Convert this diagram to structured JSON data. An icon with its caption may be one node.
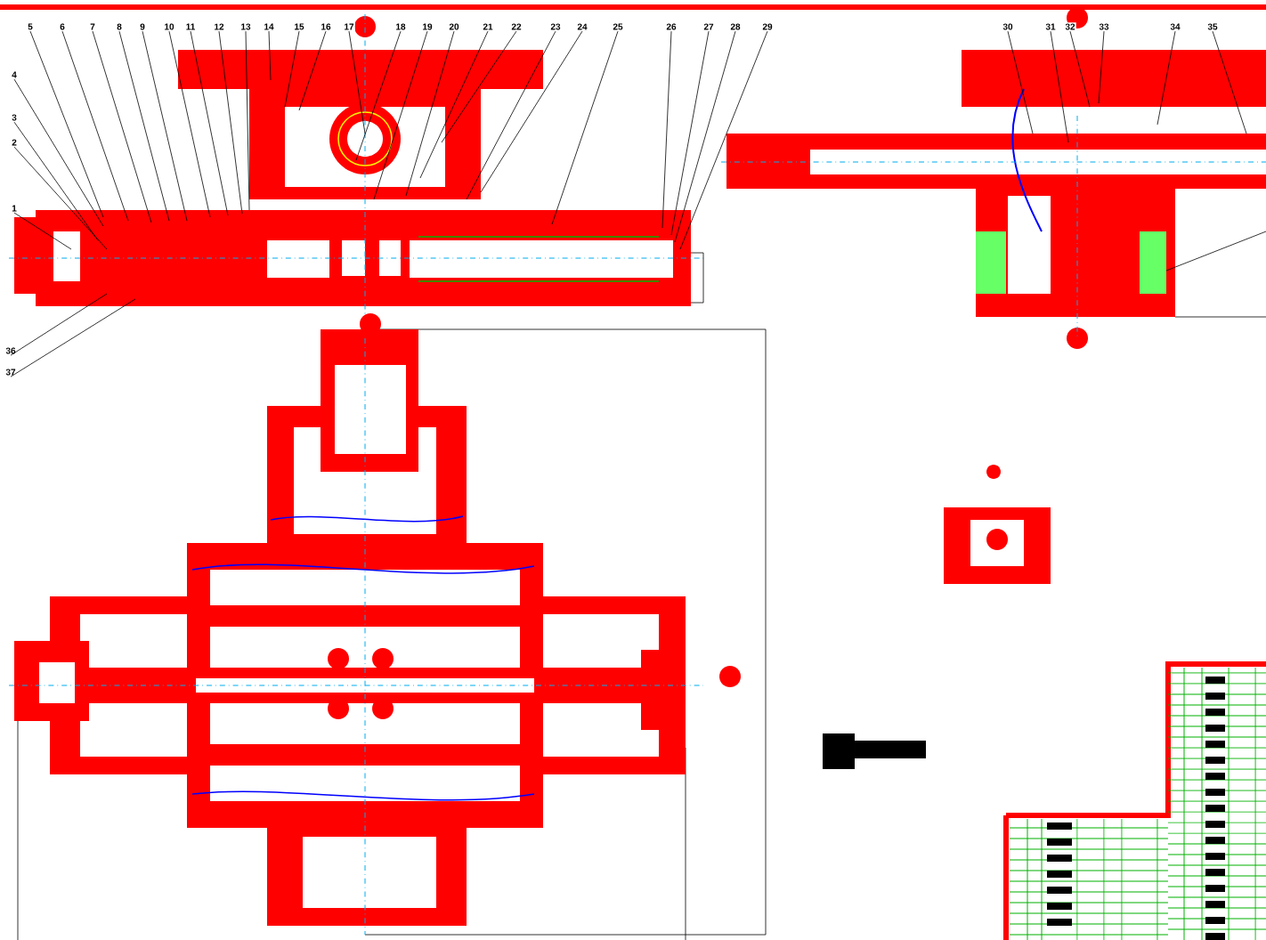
{
  "diagram": {
    "nodes": [
      {
        "text": [
          "5"
        ]
      },
      {
        "text": [
          "6"
        ]
      },
      {
        "text": [
          "7"
        ]
      },
      {
        "text": [
          "8"
        ]
      },
      {
        "text": [
          "9"
        ]
      },
      {
        "text": [
          "10"
        ]
      },
      {
        "text": [
          "11"
        ]
      },
      {
        "text": [
          "12"
        ]
      },
      {
        "text": [
          "13"
        ]
      },
      {
        "text": [
          "14"
        ]
      },
      {
        "text": [
          "15"
        ]
      },
      {
        "text": [
          "16"
        ]
      },
      {
        "text": [
          "17"
        ]
      },
      {
        "text": [
          "18"
        ]
      },
      {
        "text": [
          "19"
        ]
      },
      {
        "text": [
          "20"
        ]
      },
      {
        "text": [
          "21"
        ]
      },
      {
        "text": [
          "22"
        ]
      },
      {
        "text": [
          "23"
        ]
      },
      {
        "text": [
          "24"
        ]
      },
      {
        "text": [
          "25"
        ]
      },
      {
        "text": [
          "26"
        ]
      },
      {
        "text": [
          "27"
        ]
      },
      {
        "text": [
          "28"
        ]
      },
      {
        "text": [
          "29"
        ]
      },
      {
        "text": [
          "30"
        ]
      },
      {
        "text": [
          "31"
        ]
      },
      {
        "text": [
          "32"
        ]
      },
      {
        "text": [
          "33"
        ]
      },
      {
        "text": [
          "34"
        ]
      },
      {
        "text": [
          "35"
        ]
      },
      {
        "text": [
          "4"
        ]
      },
      {
        "text": [
          "3"
        ]
      },
      {
        "text": [
          "2"
        ]
      },
      {
        "text": [
          "1"
        ]
      },
      {
        "text": [
          "36"
        ]
      },
      {
        "text": [
          "37"
        ]
      }
    ],
    "edges": [
      {
        "from": 0,
        "to": null,
        "arrow": "none"
      },
      {
        "from": 1,
        "to": null,
        "arrow": "none"
      },
      {
        "from": 2,
        "to": null,
        "arrow": "none"
      },
      {
        "from": 3,
        "to": null,
        "arrow": "none"
      },
      {
        "from": 4,
        "to": null,
        "arrow": "none"
      },
      {
        "from": 5,
        "to": null,
        "arrow": "none"
      },
      {
        "from": 6,
        "to": null,
        "arrow": "none"
      },
      {
        "from": 7,
        "to": null,
        "arrow": "none"
      },
      {
        "from": 8,
        "to": null,
        "arrow": "none"
      },
      {
        "from": 9,
        "to": null,
        "arrow": "none"
      },
      {
        "from": 10,
        "to": null,
        "arrow": "none"
      },
      {
        "from": 11,
        "to": null,
        "arrow": "none"
      },
      {
        "from": 12,
        "to": null,
        "arrow": "none"
      },
      {
        "from": 13,
        "to": null,
        "arrow": "none"
      },
      {
        "from": 14,
        "to": null,
        "arrow": "none"
      },
      {
        "from": 15,
        "to": null,
        "arrow": "none"
      },
      {
        "from": 16,
        "to": null,
        "arrow": "none"
      },
      {
        "from": 17,
        "to": null,
        "arrow": "none"
      },
      {
        "from": 18,
        "to": null,
        "arrow": "none"
      },
      {
        "from": 19,
        "to": null,
        "arrow": "none"
      },
      {
        "from": 20,
        "to": null,
        "arrow": "none"
      },
      {
        "from": 21,
        "to": null,
        "arrow": "none"
      },
      {
        "from": 22,
        "to": null,
        "arrow": "none"
      },
      {
        "from": 23,
        "to": null,
        "arrow": "none"
      },
      {
        "from": 24,
        "to": null,
        "arrow": "none"
      },
      {
        "from": 25,
        "to": null,
        "arrow": "none"
      },
      {
        "from": 26,
        "to": null,
        "arrow": "none"
      },
      {
        "from": 27,
        "to": null,
        "arrow": "none"
      },
      {
        "from": 28,
        "to": null,
        "arrow": "none"
      },
      {
        "from": 29,
        "to": null,
        "arrow": "none"
      },
      {
        "from": 30,
        "to": null,
        "arrow": "none"
      },
      {
        "from": 31,
        "to": null,
        "arrow": "none"
      },
      {
        "from": 32,
        "to": null,
        "arrow": "none"
      },
      {
        "from": 33,
        "to": null,
        "arrow": "none"
      },
      {
        "from": 34,
        "to": null,
        "arrow": "none"
      },
      {
        "from": 35,
        "to": null,
        "arrow": "none"
      },
      {
        "from": 36,
        "to": null,
        "arrow": "none"
      }
    ]
  }
}
